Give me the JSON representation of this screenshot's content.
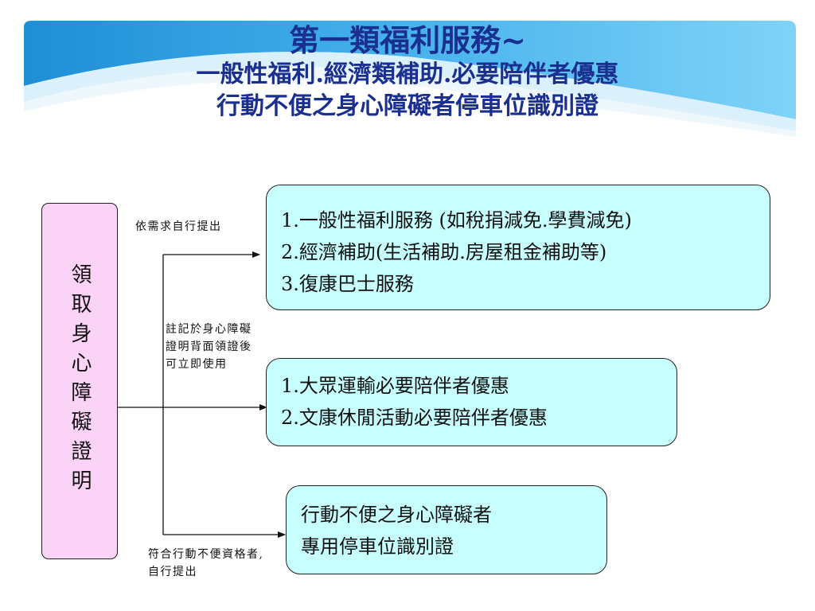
{
  "title": {
    "main": "第一類福利服務~",
    "sub_lines": [
      "一般性福利.經濟類補助.必要陪伴者優惠",
      "行動不便之身心障礙者停車位識別證"
    ]
  },
  "left_box": {
    "label": "領取身心障礙證明"
  },
  "boxes": [
    {
      "lines": [
        "1.一般性福利服務 (如稅捐減免.學費減免)",
        "2.經濟補助(生活補助.房屋租金補助等)",
        "3.復康巴士服務"
      ]
    },
    {
      "lines": [
        "1.大眾運輸必要陪伴者優惠",
        "2.文康休閒活動必要陪伴者優惠"
      ]
    },
    {
      "lines": [
        "行動不便之身心障礙者",
        "專用停車位識別證"
      ]
    }
  ],
  "notes": {
    "top": "依需求自行提出",
    "middle": "註記於身心障礙證明背面領證後可立即使用",
    "bottom": "符合行動不便資格者, 自行提出"
  },
  "colors": {
    "title": "#1a2f8f",
    "left_box_fill": "#fbd3f6",
    "info_box_fill": "#c7ffff",
    "banner_blue": "#1e8ed6"
  }
}
